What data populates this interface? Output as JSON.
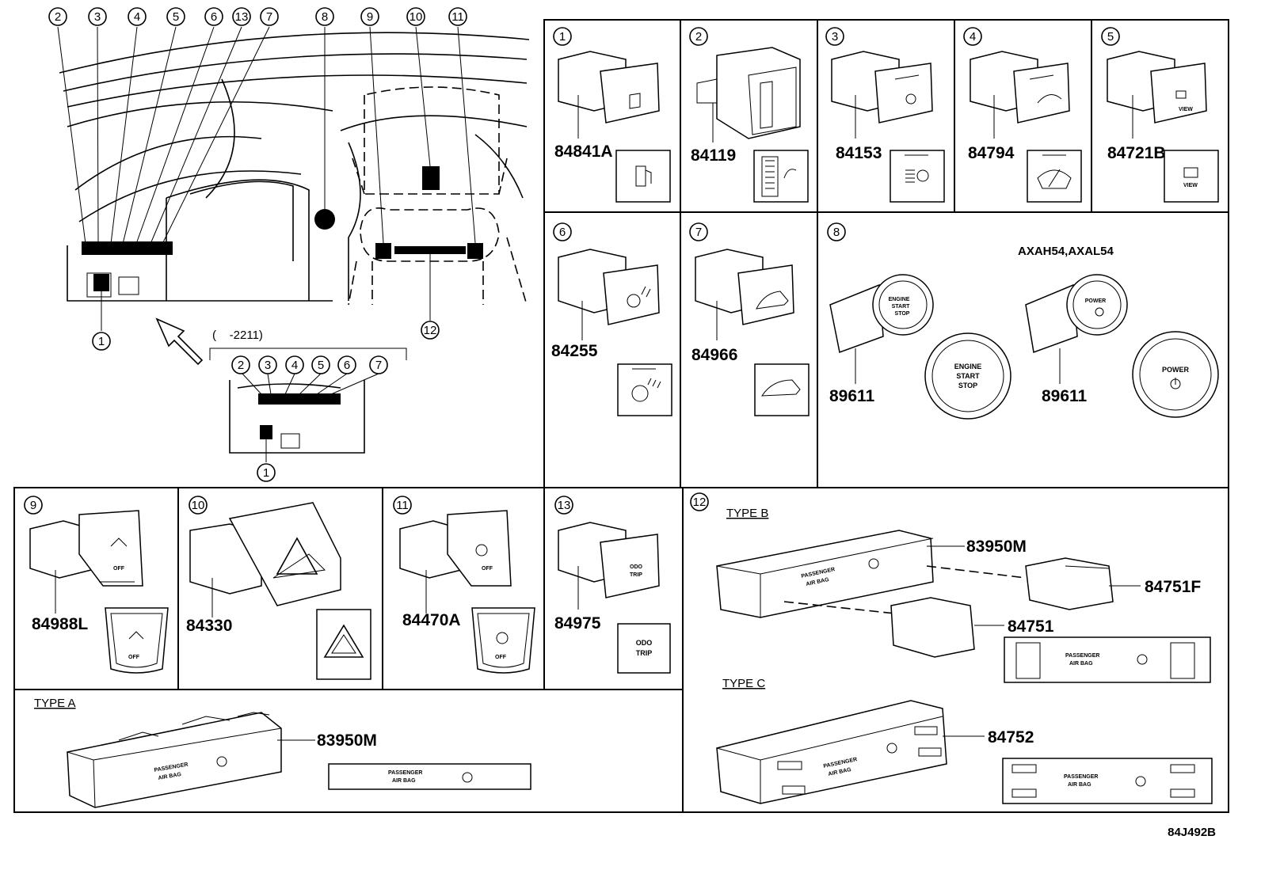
{
  "diagram_id": "84J492B",
  "overview": {
    "callouts": [
      "2",
      "3",
      "4",
      "5",
      "6",
      "13",
      "7",
      "8",
      "9",
      "10",
      "11",
      "1",
      "12"
    ],
    "inset_date": "(    -2211)",
    "inset_callouts": [
      "2",
      "3",
      "4",
      "5",
      "6",
      "7",
      "1"
    ]
  },
  "panels": [
    {
      "num": "1",
      "part": "84841A"
    },
    {
      "num": "2",
      "part": "84119"
    },
    {
      "num": "3",
      "part": "84153"
    },
    {
      "num": "4",
      "part": "84794"
    },
    {
      "num": "5",
      "part": "84721B",
      "icon_text": "VIEW"
    },
    {
      "num": "6",
      "part": "84255"
    },
    {
      "num": "7",
      "part": "84966"
    },
    {
      "num": "8",
      "part": "89611",
      "part_b": "89611",
      "model": "AXAH54,AXAL54",
      "engine_text": [
        "ENGINE",
        "START",
        "STOP"
      ],
      "power_text": "POWER"
    },
    {
      "num": "9",
      "part": "84988L",
      "icon_text": "OFF"
    },
    {
      "num": "10",
      "part": "84330"
    },
    {
      "num": "11",
      "part": "84470A",
      "icon_text": "OFF"
    },
    {
      "num": "13",
      "part": "84975",
      "icon_text": [
        "ODO",
        "TRIP"
      ]
    }
  ],
  "panel12": {
    "num": "12",
    "type_b": "TYPE B",
    "type_c": "TYPE C",
    "parts": [
      "83950M",
      "84751F",
      "84751",
      "84752"
    ],
    "airbag_text": [
      "PASSENGER",
      "AIR BAG"
    ]
  },
  "type_a": {
    "label": "TYPE A",
    "part": "83950M",
    "airbag_text": [
      "PASSENGER",
      "AIR BAG"
    ]
  }
}
